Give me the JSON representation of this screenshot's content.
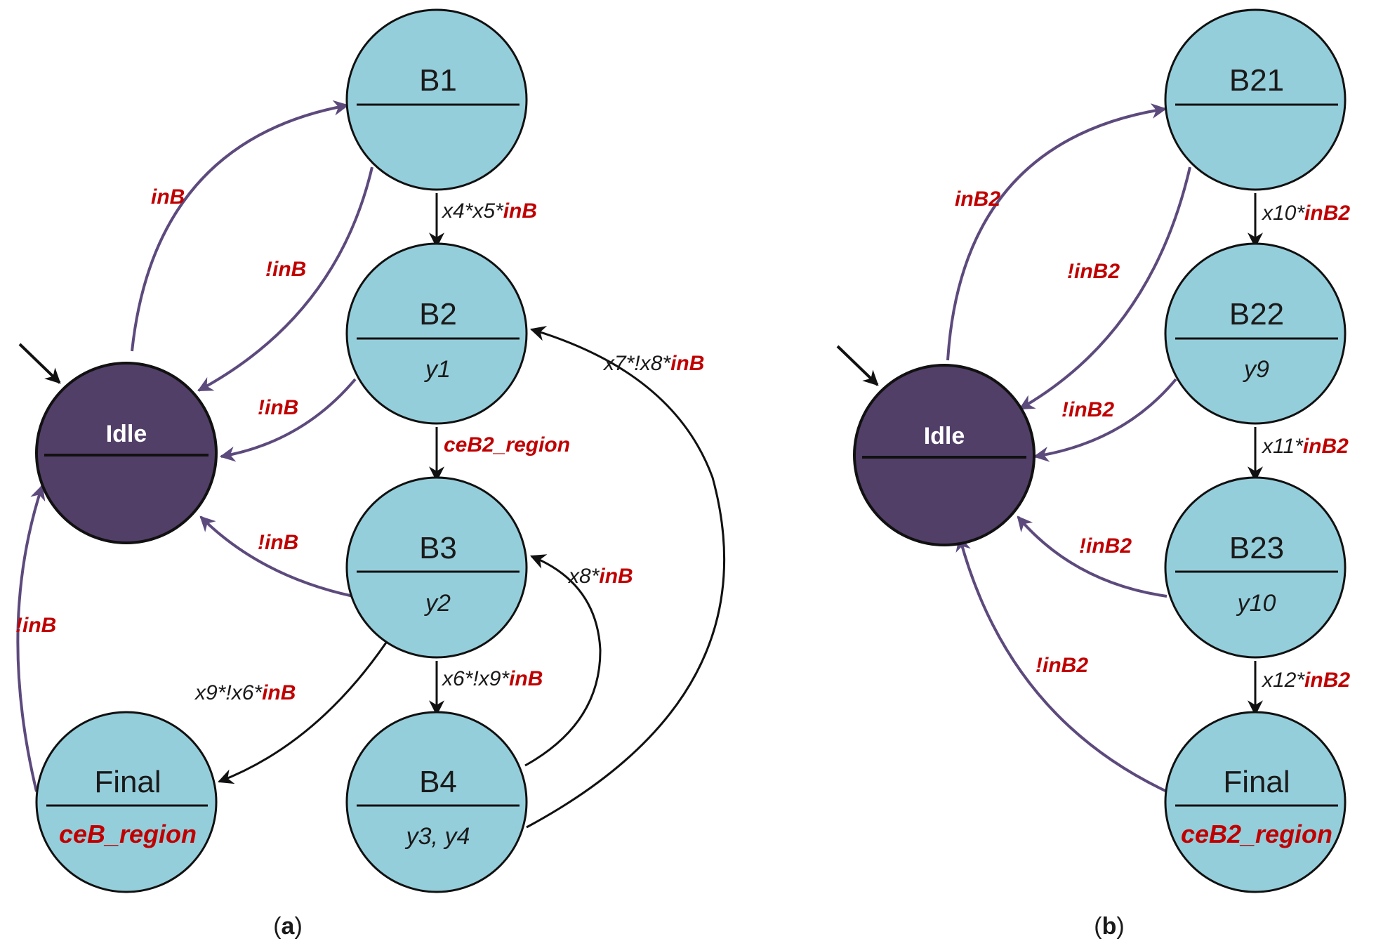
{
  "colors": {
    "state_fill": "#95cedb",
    "idle_fill": "#513f68",
    "black_edge": "#111111",
    "purple_edge": "#5c4a7d",
    "condition_red": "#c00000"
  },
  "diagram_a": {
    "caption": {
      "open": "(",
      "letter": "a",
      "close": ")"
    },
    "states": {
      "idle": {
        "name": "Idle",
        "output": ""
      },
      "b1": {
        "name": "B1",
        "output": ""
      },
      "b2": {
        "name": "B2",
        "output": "y1"
      },
      "b3": {
        "name": "B3",
        "output": "y2"
      },
      "b4": {
        "name": "B4",
        "output": "y3, y4"
      },
      "final": {
        "name": "Final",
        "output": "ceB_region"
      }
    },
    "transitions": {
      "idle_b1": {
        "from": "Idle",
        "to": "B1",
        "label": "inB"
      },
      "b1_idle": {
        "from": "B1",
        "to": "Idle",
        "label": "!inB"
      },
      "b2_idle": {
        "from": "B2",
        "to": "Idle",
        "label": "!inB"
      },
      "b3_idle": {
        "from": "B3",
        "to": "Idle",
        "label": "!inB"
      },
      "final_idle": {
        "from": "Final",
        "to": "Idle",
        "label": "!inB"
      },
      "b1_b2": {
        "from": "B1",
        "to": "B2",
        "cond": "x4*x5*",
        "label": "inB"
      },
      "b2_b3": {
        "from": "B2",
        "to": "B3",
        "label": "ceB2_region"
      },
      "b3_b4": {
        "from": "B3",
        "to": "B4",
        "cond": "x6*!x9*",
        "label": "inB"
      },
      "b3_final": {
        "from": "B3",
        "to": "Final",
        "cond": "x9*!x6*",
        "label": "inB"
      },
      "b4_b3": {
        "from": "B4",
        "to": "B3",
        "cond": "x8*",
        "label": "inB"
      },
      "b4_b2": {
        "from": "B4",
        "to": "B2",
        "cond": "x7*!x8*",
        "label": "inB"
      }
    }
  },
  "diagram_b": {
    "caption": {
      "open": "(",
      "letter": "b",
      "close": ")"
    },
    "states": {
      "idle": {
        "name": "Idle",
        "output": ""
      },
      "b21": {
        "name": "B21",
        "output": ""
      },
      "b22": {
        "name": "B22",
        "output": "y9"
      },
      "b23": {
        "name": "B23",
        "output": "y10"
      },
      "final": {
        "name": "Final",
        "output": "ceB2_region"
      }
    },
    "transitions": {
      "idle_b21": {
        "from": "Idle",
        "to": "B21",
        "label": "inB2"
      },
      "b21_idle": {
        "from": "B21",
        "to": "Idle",
        "label": "!inB2"
      },
      "b22_idle": {
        "from": "B22",
        "to": "Idle",
        "label": "!inB2"
      },
      "b23_idle": {
        "from": "B23",
        "to": "Idle",
        "label": "!inB2"
      },
      "final_idle": {
        "from": "Final",
        "to": "Idle",
        "label": "!inB2"
      },
      "b21_b22": {
        "from": "B21",
        "to": "B22",
        "cond": "x10*",
        "label": "inB2"
      },
      "b22_b23": {
        "from": "B22",
        "to": "B23",
        "cond": "x11*",
        "label": "inB2"
      },
      "b23_final": {
        "from": "B23",
        "to": "Final",
        "cond": "x12*",
        "label": "inB2"
      }
    }
  }
}
